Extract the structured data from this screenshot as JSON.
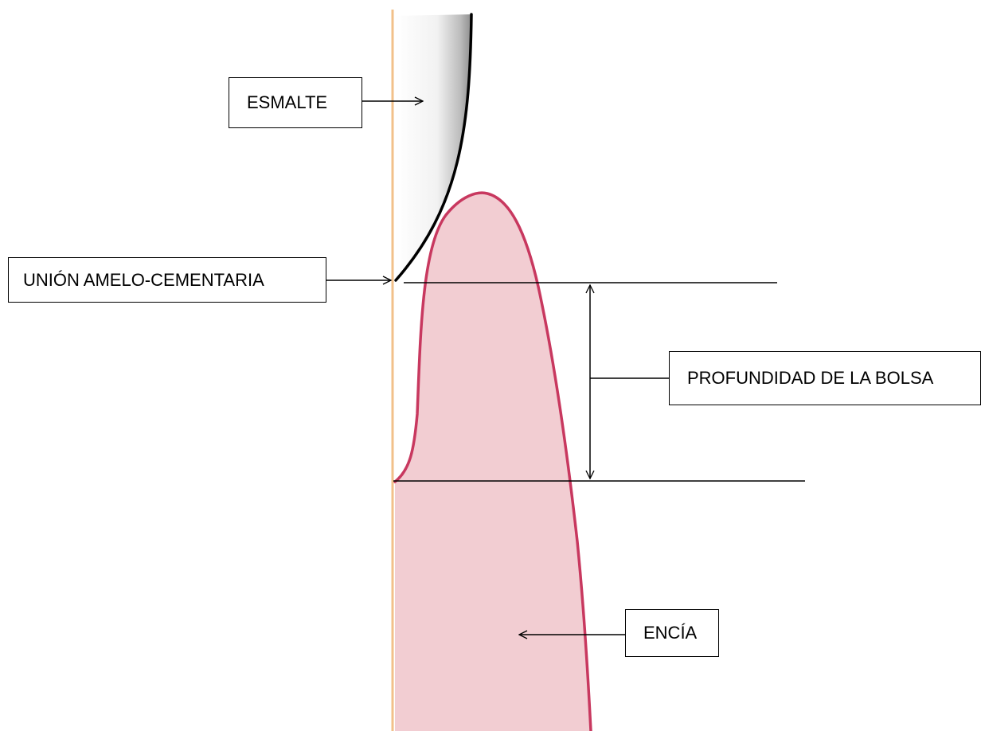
{
  "labels": {
    "enamel": "ESMALTE",
    "cej": "UNIÓN AMELO-CEMENTARIA",
    "pocket_depth": "PROFUNDIDAD DE LA BOLSA",
    "gingiva": "ENCÍA"
  },
  "colors": {
    "root_surface": "#F2C08A",
    "gingiva_fill": "#F2CDD2",
    "gingiva_outline": "#C8385F",
    "enamel_edge": "#000000",
    "enamel_shade": "#9A9A9A",
    "lines": "#000000"
  }
}
